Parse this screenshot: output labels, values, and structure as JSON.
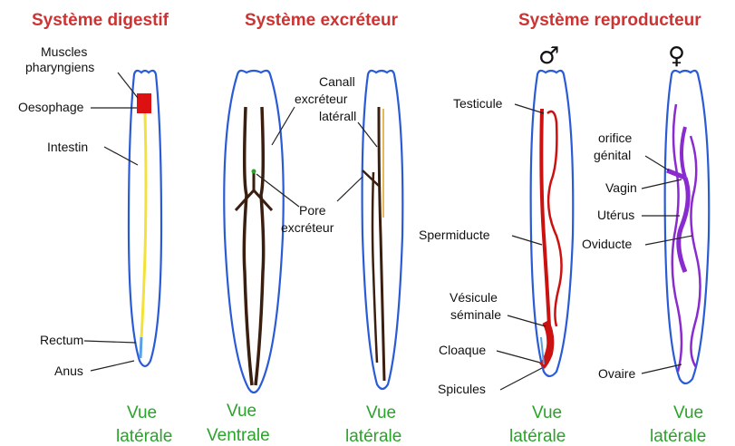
{
  "titles": {
    "digestive": "Système digestif",
    "excretory": "Système excréteur",
    "reproductive": "Système reproducteur"
  },
  "symbols": {
    "male": "♂",
    "female": "♀"
  },
  "labels": {
    "muscles": "Muscles",
    "pharyngiens": "pharyngiens",
    "oesophage": "Oesophage",
    "intestin": "Intestin",
    "rectum": "Rectum",
    "anus": "Anus",
    "canal1": "Canall",
    "canal2": "excréteur",
    "canal3": "latérall",
    "pore1": "Pore",
    "pore2": "excréteur",
    "testicule": "Testicule",
    "spermiducte": "Spermiducte",
    "vesicule1": "Vésicule",
    "vesicule2": "séminale",
    "cloaque": "Cloaque",
    "spicules": "Spicules",
    "orifice1": "orifice",
    "orifice2": "génital",
    "vagin": "Vagin",
    "uterus": "Utérus",
    "oviducte": "Oviducte",
    "ovaire": "Ovaire"
  },
  "views": [
    {
      "line1": "Vue",
      "line2": "latérale"
    },
    {
      "line1": "Vue",
      "line2": "Ventrale"
    },
    {
      "line1": "Vue",
      "line2": "latérale"
    },
    {
      "line1": "Vue",
      "line2": "latérale"
    },
    {
      "line1": "Vue",
      "line2": "latérale"
    }
  ],
  "colors": {
    "title": "#cc3333",
    "view": "#2aa32a",
    "outline": "#2a5bd7",
    "intestine": "#f2e23a",
    "excretory": "#3a1f10",
    "male": "#cc1111",
    "female": "#8a2bd0"
  }
}
